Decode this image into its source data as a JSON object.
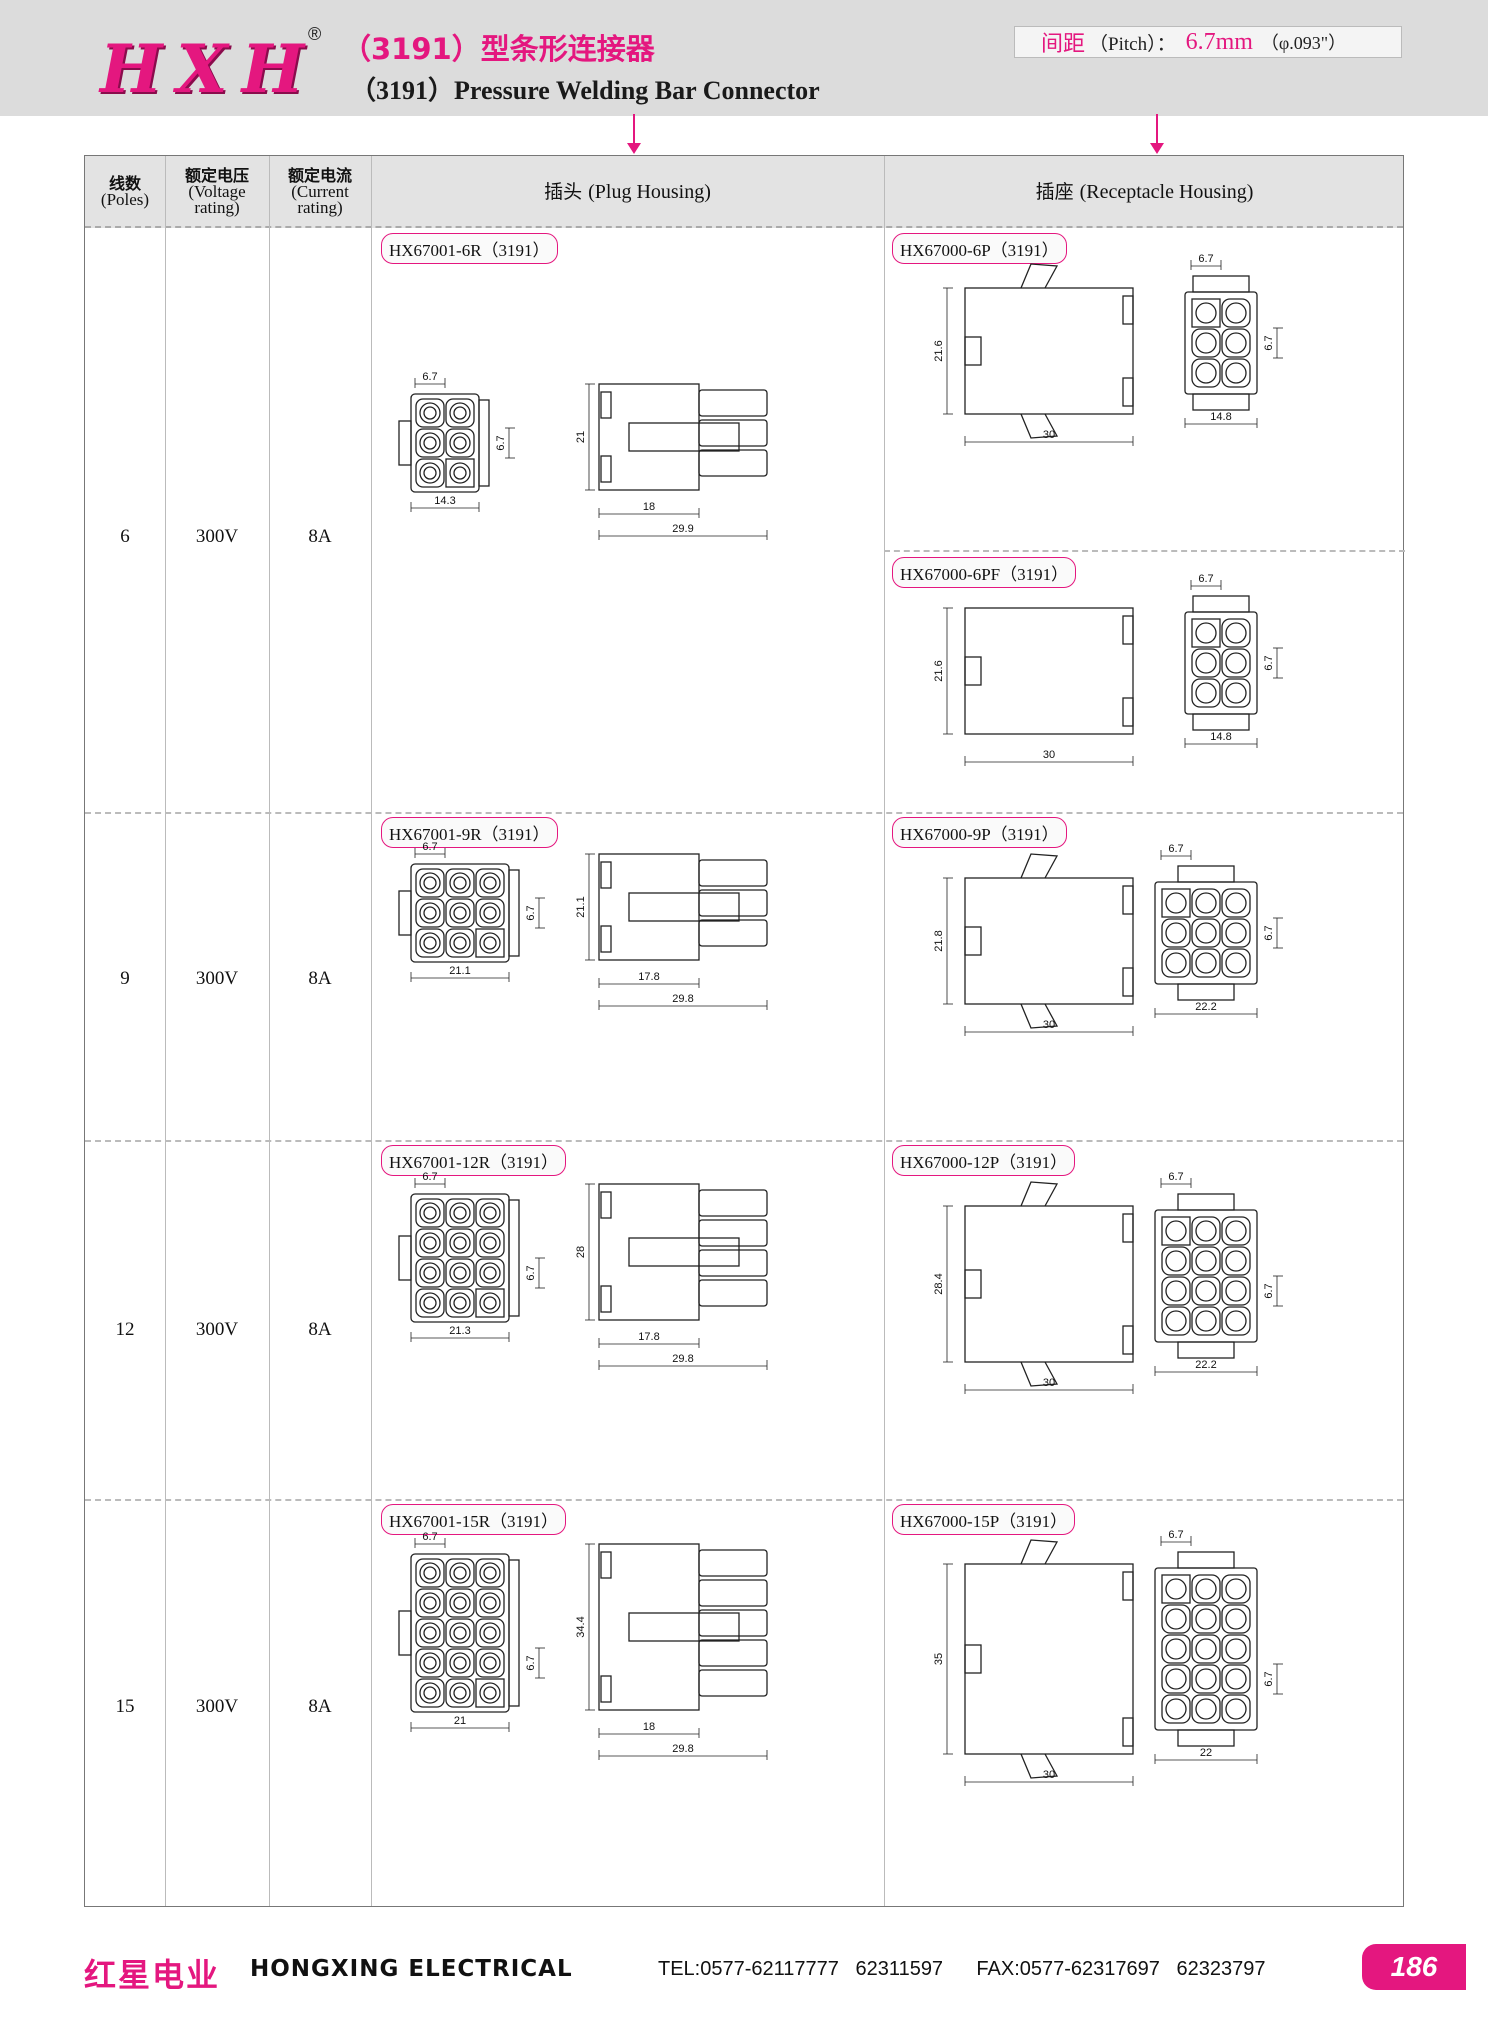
{
  "header": {
    "logo": "HXH",
    "registered": "®",
    "title_cn": "（3191）型条形连接器",
    "title_en": "（3191）Pressure Welding Bar Connector",
    "pitch_cn": "间距",
    "pitch_en": "（Pitch）：",
    "pitch_value": "6.7mm",
    "pitch_alt": "（φ.093\"）"
  },
  "table": {
    "headers": {
      "poles_cn": "线数",
      "poles_en": "(Poles)",
      "voltage_cn": "额定电压",
      "voltage_en1": "(Voltage",
      "voltage_en2": "rating)",
      "current_cn": "额定电流",
      "current_en1": "(Current",
      "current_en2": "rating)",
      "plug_cn": "插头",
      "plug_en": "(Plug Housing)",
      "receptacle_cn": "插座",
      "receptacle_en": "(Receptacle Housing)"
    },
    "rows": [
      {
        "poles": "6",
        "voltage": "300V",
        "current": "8A",
        "plug_model": "HX67001-6R（3191）",
        "plug_dims": {
          "pitch": "6.7",
          "width": "14.3",
          "height": "21",
          "side_inner": "18",
          "side_total": "29.9"
        },
        "receptacle_models": [
          {
            "model": "HX67000-6P（3191）",
            "height": "21.6",
            "length": "30",
            "width": "14.8",
            "pitch": "6.7"
          },
          {
            "model": "HX67000-6PF（3191）",
            "height": "21.6",
            "length": "30",
            "width": "14.8",
            "pitch": "6.7"
          }
        ]
      },
      {
        "poles": "9",
        "voltage": "300V",
        "current": "8A",
        "plug_model": "HX67001-9R（3191）",
        "plug_dims": {
          "pitch": "6.7",
          "width": "21.1",
          "height": "21.1",
          "side_inner": "17.8",
          "side_total": "29.8"
        },
        "receptacle_models": [
          {
            "model": "HX67000-9P（3191）",
            "height": "21.8",
            "length": "30",
            "width": "22.2",
            "pitch": "6.7"
          }
        ]
      },
      {
        "poles": "12",
        "voltage": "300V",
        "current": "8A",
        "plug_model": "HX67001-12R（3191）",
        "plug_dims": {
          "pitch": "6.7",
          "width": "21.3",
          "height": "28",
          "side_inner": "17.8",
          "side_total": "29.8"
        },
        "receptacle_models": [
          {
            "model": "HX67000-12P（3191）",
            "height": "28.4",
            "length": "30",
            "width": "22.2",
            "pitch": "6.7"
          }
        ]
      },
      {
        "poles": "15",
        "voltage": "300V",
        "current": "8A",
        "plug_model": "HX67001-15R（3191）",
        "plug_dims": {
          "pitch": "6.7",
          "width": "21",
          "height": "34.4",
          "side_inner": "18",
          "side_total": "29.8"
        },
        "receptacle_models": [
          {
            "model": "HX67000-15P（3191）",
            "height": "35",
            "length": "30",
            "width": "22",
            "pitch": "6.7"
          }
        ]
      }
    ]
  },
  "footer": {
    "company_cn": "红星电业",
    "company_en": "HONGXING ELECTRICAL",
    "contact": "TEL:0577-62117777   62311597      FAX:0577-62317697   62323797",
    "page_number": "186"
  },
  "colors": {
    "accent": "#e4177f",
    "header_bg": "#dcdcdc",
    "table_header_bg": "#e3e3e3"
  }
}
